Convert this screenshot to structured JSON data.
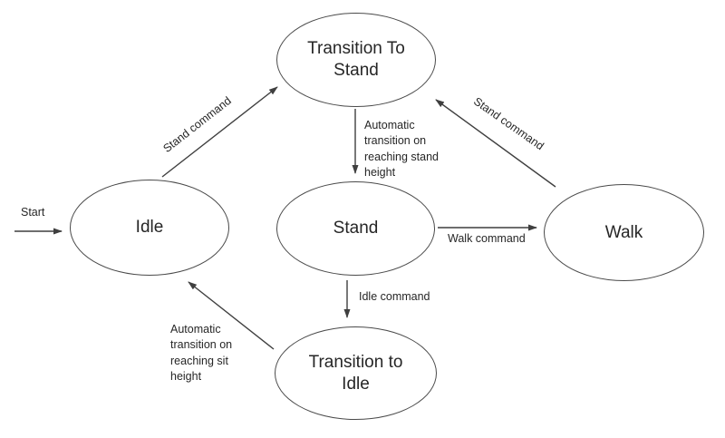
{
  "diagram": {
    "type": "state-machine",
    "colors": {
      "stroke": "#4a4a4a",
      "arrow": "#3f3f3f",
      "text": "#262626",
      "background": "#ffffff"
    },
    "nodes": {
      "transition_to_stand": {
        "label": "Transition To Stand"
      },
      "idle": {
        "label": "Idle"
      },
      "stand": {
        "label": "Stand"
      },
      "walk": {
        "label": "Walk"
      },
      "transition_to_idle": {
        "label": "Transition to Idle"
      }
    },
    "edges": {
      "start_to_idle": {
        "label": "Start",
        "from": "start",
        "to": "idle"
      },
      "idle_to_transition_stand": {
        "label": "Stand command",
        "from": "idle",
        "to": "transition_to_stand"
      },
      "transition_stand_to_stand": {
        "label": "Automatic transition on reaching stand height",
        "from": "transition_to_stand",
        "to": "stand"
      },
      "stand_to_walk": {
        "label": "Walk command",
        "from": "stand",
        "to": "walk"
      },
      "walk_to_transition_stand": {
        "label": "Stand command",
        "from": "walk",
        "to": "transition_to_stand"
      },
      "stand_to_transition_idle": {
        "label": "Idle command",
        "from": "stand",
        "to": "transition_to_idle"
      },
      "transition_idle_to_idle": {
        "label": "Automatic transition on reaching sit height",
        "from": "transition_to_idle",
        "to": "idle"
      }
    }
  }
}
